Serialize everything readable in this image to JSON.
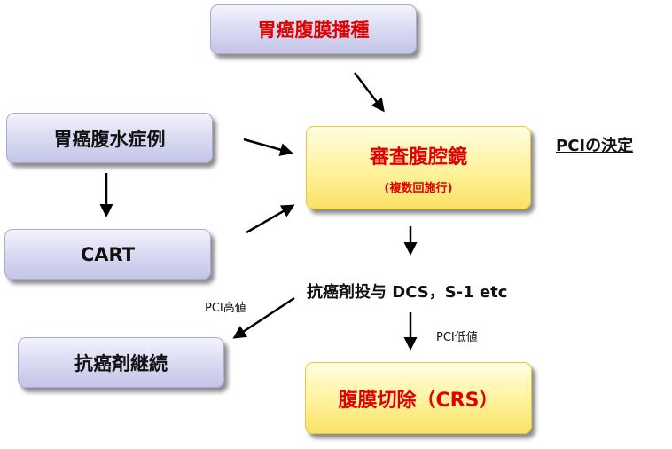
{
  "nodes": {
    "peritoneal_dissemination": "胃癌腹膜播種",
    "ascites_cases": "胃癌腹水症例",
    "cart": "CART",
    "staging_laparoscopy": "審査腹腔鏡",
    "staging_laparoscopy_sub": "(複数回施行)",
    "chemotherapy": "抗癌剤投与 DCS，S-1 etc",
    "continue_chemo": "抗癌剤継続",
    "surgery": "腹膜切除（CRS）"
  },
  "labels": {
    "pci_decision": "PCIの決定",
    "pci_high": "PCI高値",
    "pci_low": "PCI低値"
  },
  "colors": {
    "node_lavender": "#d7d8f1",
    "node_yellow": "#fff29b",
    "highlight_text": "#e00000"
  }
}
